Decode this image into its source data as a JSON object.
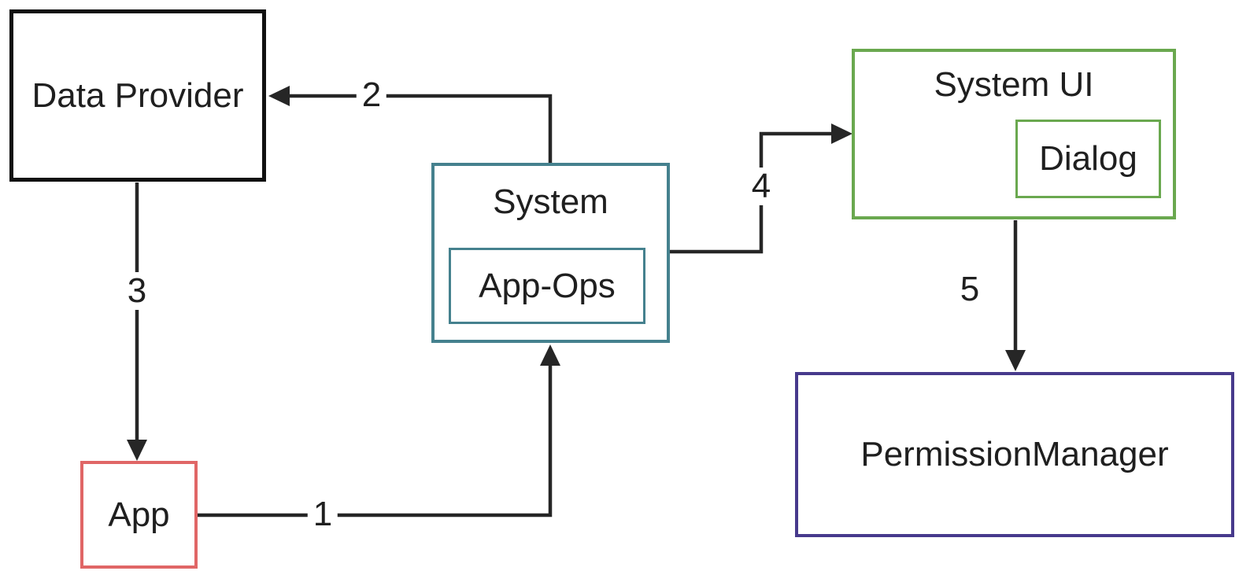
{
  "canvas": {
    "background": "#ffffff",
    "edge_color": "#262626"
  },
  "nodes": {
    "data_provider": {
      "label": "Data Provider",
      "border_color": "#111111"
    },
    "app": {
      "label": "App",
      "border_color": "#e06666"
    },
    "system": {
      "label": "System",
      "border_color": "#45818e"
    },
    "app_ops": {
      "label": "App-Ops",
      "border_color": "#45818e"
    },
    "system_ui": {
      "label": "System UI",
      "border_color": "#6aa84f"
    },
    "dialog": {
      "label": "Dialog",
      "border_color": "#6aa84f"
    },
    "permission_manager": {
      "label": "PermissionManager",
      "border_color": "#473a8c"
    }
  },
  "edges": [
    {
      "label": "1",
      "from": "App",
      "to": "System"
    },
    {
      "label": "2",
      "from": "System",
      "to": "Data Provider"
    },
    {
      "label": "3",
      "from": "Data Provider",
      "to": "App"
    },
    {
      "label": "4",
      "from": "System",
      "to": "System UI"
    },
    {
      "label": "5",
      "from": "System UI",
      "to": "PermissionManager"
    }
  ]
}
